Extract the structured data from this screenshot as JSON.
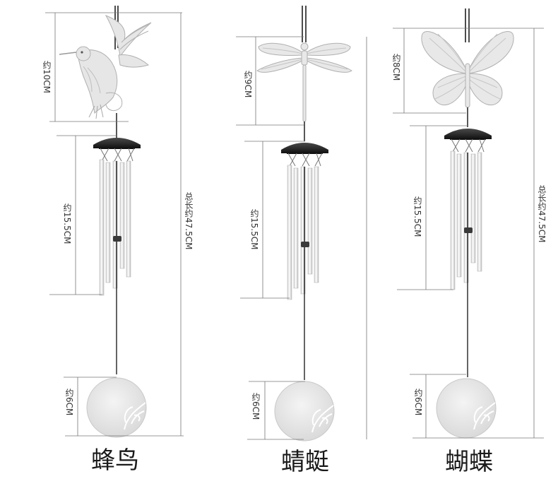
{
  "products": [
    {
      "name": "蜂鸟",
      "ornament": "hummingbird",
      "dims": {
        "ornament": "约10CM",
        "chimes": "约15.5CM",
        "disc": "约6CM",
        "total": "总长约47.5CM"
      }
    },
    {
      "name": "蜻蜓",
      "ornament": "dragonfly",
      "dims": {
        "ornament": "约9CM",
        "chimes": "约15.5CM",
        "disc": "约6CM",
        "total": ""
      }
    },
    {
      "name": "蝴蝶",
      "ornament": "butterfly",
      "dims": {
        "ornament": "约8CM",
        "chimes": "约15.5CM",
        "disc": "约6CM",
        "total": "总长约47.5CM"
      }
    }
  ],
  "colors": {
    "metal": "#e4e4e4",
    "metal_edge": "#b5b5b5",
    "cap": "#2a2a2a",
    "line": "#666666",
    "string": "#111111"
  }
}
